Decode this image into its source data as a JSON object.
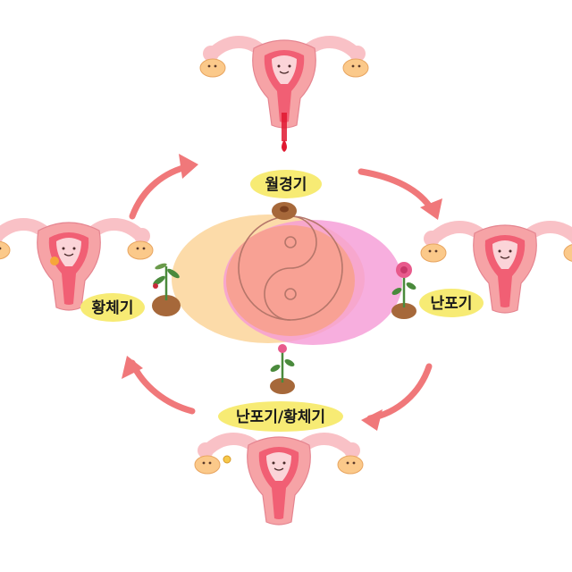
{
  "diagram": {
    "phases": [
      {
        "id": "menstrual",
        "label": "월경기"
      },
      {
        "id": "follicular",
        "label": "난포기"
      },
      {
        "id": "ovulatory",
        "label": "난포기/황체기"
      },
      {
        "id": "luteal",
        "label": "황체기"
      }
    ],
    "colors": {
      "arrow": "#f0787a",
      "label_bg": "#f7eb74",
      "left_ellipse": "#fbd59a",
      "right_ellipse": "#f59ad6",
      "overlap": "#f8a08a",
      "uterus_body": "#f6a3a6",
      "uterus_inner": "#f0536b",
      "ovary": "#fbc98a",
      "tube": "#f9c1c6",
      "blood": "#e01830",
      "soil": "#a6683a",
      "stem": "#4a8a3c",
      "flower": "#e85a8c"
    }
  }
}
